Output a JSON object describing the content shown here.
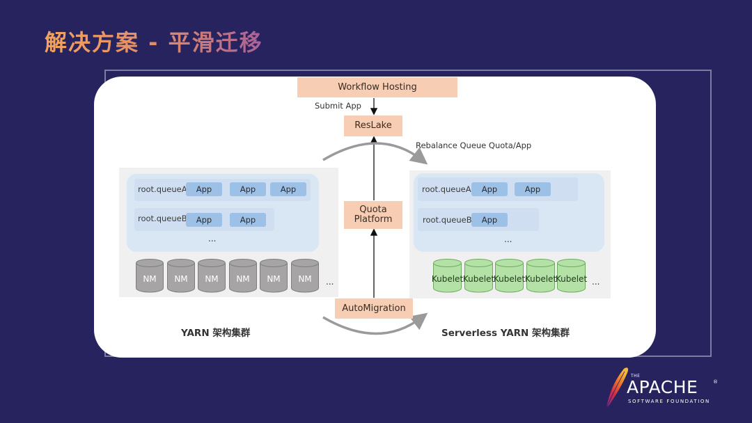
{
  "slide": {
    "title": "解决方案 - 平滑迁移"
  },
  "colors": {
    "background": "#26235e",
    "card": "#ffffff",
    "orange_box": "#f7cdb4",
    "queue_blue": "#d9e6f4",
    "app_blue": "#9dc0e6",
    "nm_gray": "#a6a4a4",
    "kubelet_green": "#b4e2a6"
  },
  "diagram": {
    "workflow_hosting": "Workflow Hosting",
    "submit_app": "Submit App",
    "reslake": "ResLake",
    "rebalance": "Rebalance Queue Quota/App",
    "quota_platform_line1": "Quota",
    "quota_platform_line2": "Platform",
    "automigration": "AutoMigration",
    "left_cluster": {
      "queueA": "root.queueA",
      "queueA_apps": [
        "App",
        "App",
        "App"
      ],
      "queueB": "root.queueB",
      "queueB_apps": [
        "App",
        "App"
      ],
      "ellipsis": "...",
      "nodes": [
        "NM",
        "NM",
        "NM",
        "NM",
        "NM",
        "NM"
      ],
      "nodes_more": "...",
      "caption": "YARN 架构集群"
    },
    "right_cluster": {
      "queueA": "root.queueA",
      "queueA_apps": [
        "App",
        "App"
      ],
      "queueB": "root.queueB",
      "queueB_apps": [
        "App"
      ],
      "ellipsis": "...",
      "nodes": [
        "Kubelet",
        "Kubelet",
        "Kubelet",
        "Kubelet",
        "Kubelet"
      ],
      "nodes_more": "...",
      "caption": "Serverless YARN 架构集群"
    }
  },
  "logo": {
    "the": "THE",
    "name": "APACHE",
    "registered": "®",
    "subtitle": "SOFTWARE FOUNDATION"
  }
}
